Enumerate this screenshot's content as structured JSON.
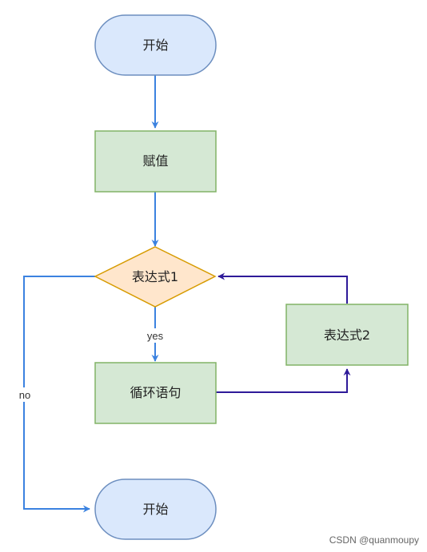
{
  "nodes": {
    "start": {
      "label": "开始"
    },
    "assign": {
      "label": "赋值"
    },
    "expr1": {
      "label": "表达式1"
    },
    "loop": {
      "label": "循环语句"
    },
    "expr2": {
      "label": "表达式2"
    },
    "end": {
      "label": "开始"
    }
  },
  "edges": {
    "yes_label": "yes",
    "no_label": "no"
  },
  "watermark": "CSDN @quanmoupy",
  "colors": {
    "terminal_fill": "#dae8fc",
    "terminal_stroke": "#6c8ebf",
    "process_fill": "#d5e8d4",
    "process_stroke": "#82b366",
    "decision_fill": "#ffe6cc",
    "decision_stroke": "#d79b00",
    "arrow_blue": "#3b82e0",
    "arrow_navy": "#2e1a99"
  }
}
